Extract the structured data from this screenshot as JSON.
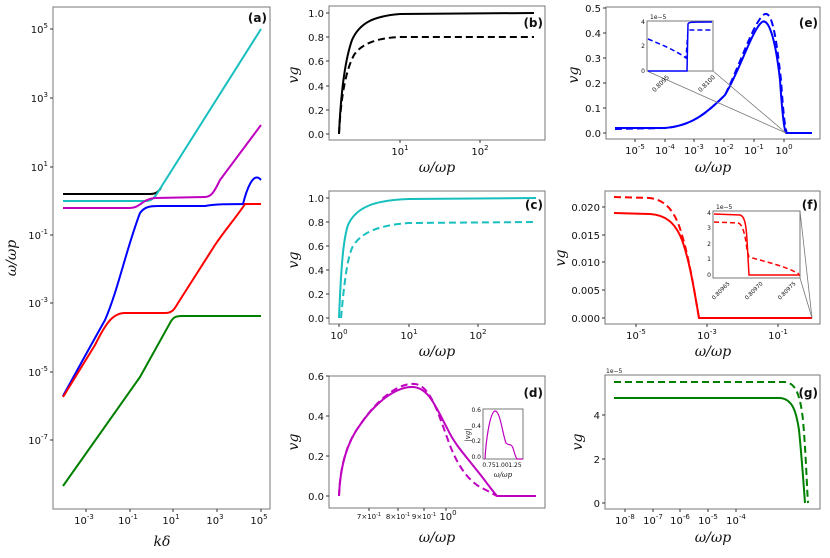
{
  "figure": {
    "panels": [
      {
        "id": "a",
        "label": "(a)",
        "xlabel": "kδ",
        "ylabel": "ω/ωp"
      },
      {
        "id": "b",
        "label": "(b)",
        "xlabel": "ω/ωp",
        "ylabel": "vg"
      },
      {
        "id": "c",
        "label": "(c)",
        "xlabel": "ω/ωp",
        "ylabel": "vg"
      },
      {
        "id": "d",
        "label": "(d)",
        "xlabel": "ω/ωp",
        "ylabel": "vg",
        "inset": {
          "xlabel": "ω/ωp",
          "ylabel": "|vg|"
        }
      },
      {
        "id": "e",
        "label": "(e)",
        "xlabel": "ω/ωp",
        "ylabel": "vg",
        "inset": {
          "offset": "1e−5"
        }
      },
      {
        "id": "f",
        "label": "(f)",
        "xlabel": "ω/ωp",
        "ylabel": "vg",
        "inset": {
          "offset": "1e−5"
        }
      },
      {
        "id": "g",
        "label": "(g)",
        "xlabel": "ω/ωp",
        "ylabel": "vg",
        "offset": "1e−5"
      }
    ],
    "colors": {
      "black": "#000000",
      "cyan": "#17bfbf",
      "magenta": "#bf00bf",
      "blue": "#0000ff",
      "red": "#ff0000",
      "green": "#008000",
      "frame": "#777777"
    }
  },
  "chart_data": [
    {
      "panel": "(a)",
      "type": "line",
      "xscale": "log",
      "yscale": "log",
      "xlabel": "kδ",
      "ylabel": "ω/ωp",
      "xlim": [
        0.0001,
        100000.0
      ],
      "ylim": [
        1e-09,
        1000000.0
      ],
      "xticks": [
        "10^-3",
        "10^-1",
        "10^1",
        "10^3",
        "10^5"
      ],
      "yticks": [
        "10^-7",
        "10^-5",
        "10^-3",
        "10^-1",
        "10^1",
        "10^3",
        "10^5"
      ],
      "series": [
        {
          "name": "black",
          "color": "#000000",
          "x": [
            0.0001,
            1,
            3
          ],
          "y": [
            1.5,
            1.5,
            1.6
          ]
        },
        {
          "name": "cyan",
          "color": "#17bfbf",
          "x": [
            0.0001,
            1,
            10,
            1000.0,
            100000.0
          ],
          "y": [
            1.0,
            1.0,
            10,
            1000.0,
            100000.0
          ]
        },
        {
          "name": "magenta",
          "color": "#bf00bf",
          "x": [
            0.0001,
            0.1,
            10,
            300,
            100000.0
          ],
          "y": [
            0.62,
            0.7,
            1.2,
            1.4,
            170
          ]
        },
        {
          "name": "blue",
          "color": "#0000ff",
          "x": [
            0.0001,
            0.01,
            0.1,
            1,
            1000.0,
            100000.0
          ],
          "y": [
            2e-06,
            0.0002,
            0.08,
            0.6,
            0.8,
            4
          ]
        },
        {
          "name": "red",
          "color": "#ff0000",
          "x": [
            0.0001,
            0.01,
            0.1,
            10,
            1000.0,
            10000.0,
            100000.0
          ],
          "y": [
            1.8e-06,
            0.00015,
            0.00045,
            0.0005,
            0.04,
            0.8,
            0.8
          ]
        },
        {
          "name": "green",
          "color": "#008000",
          "x": [
            0.0001,
            0.01,
            1,
            10,
            20,
            100000.0
          ],
          "y": [
            4e-09,
            4e-07,
            4e-05,
            0.00035,
            0.0004,
            0.0004
          ]
        }
      ]
    },
    {
      "panel": "(b)",
      "type": "line",
      "xscale": "log",
      "xlabel": "ω/ωp",
      "ylabel": "vg",
      "ylim": [
        -0.05,
        1.05
      ],
      "xticks": [
        "10^1",
        "10^2"
      ],
      "yticks": [
        0.0,
        0.2,
        0.4,
        0.6,
        0.8,
        1.0
      ],
      "series": [
        {
          "name": "solid",
          "style": "solid",
          "color": "#000000",
          "x": [
            1.6,
            2,
            3,
            5,
            10,
            100,
            450
          ],
          "y": [
            0.0,
            0.6,
            0.88,
            0.96,
            0.99,
            1.0,
            1.0
          ]
        },
        {
          "name": "dashed",
          "style": "dashed",
          "color": "#000000",
          "x": [
            1.6,
            2,
            3,
            5,
            10,
            100,
            450
          ],
          "y": [
            0.0,
            0.55,
            0.78,
            0.84,
            0.86,
            0.866,
            0.866
          ]
        }
      ]
    },
    {
      "panel": "(c)",
      "type": "line",
      "xscale": "log",
      "xlabel": "ω/ωp",
      "ylabel": "vg",
      "ylim": [
        -0.05,
        1.05
      ],
      "xticks": [
        "10^0",
        "10^1",
        "10^2"
      ],
      "yticks": [
        0.0,
        0.2,
        0.4,
        0.6,
        0.8,
        1.0
      ],
      "series": [
        {
          "name": "solid",
          "style": "solid",
          "color": "#17bfbf",
          "x": [
            1.0,
            1.2,
            1.5,
            2,
            5,
            10,
            450
          ],
          "y": [
            0.0,
            0.65,
            0.8,
            0.9,
            0.98,
            0.99,
            1.0
          ]
        },
        {
          "name": "dashed",
          "style": "dashed",
          "color": "#17bfbf",
          "x": [
            1.05,
            1.3,
            1.6,
            2,
            5,
            10,
            450
          ],
          "y": [
            0.0,
            0.5,
            0.68,
            0.76,
            0.84,
            0.86,
            0.866
          ]
        }
      ]
    },
    {
      "panel": "(d)",
      "type": "line",
      "xscale": "log",
      "xlabel": "ω/ωp",
      "ylabel": "vg",
      "ylim": [
        -0.06,
        0.6
      ],
      "xticks": [
        "7×10^-1",
        "8×10^-1",
        "9×10^-1",
        "10^0"
      ],
      "yticks": [
        0.0,
        0.2,
        0.4,
        0.6
      ],
      "series": [
        {
          "name": "solid",
          "style": "solid",
          "color": "#bf00bf",
          "x": [
            0.63,
            0.65,
            0.7,
            0.8,
            0.9,
            1.0,
            1.1,
            1.2,
            1.4
          ],
          "y": [
            0.0,
            0.25,
            0.44,
            0.55,
            0.42,
            0.16,
            0.08,
            0.0,
            0.0
          ]
        },
        {
          "name": "dashed",
          "style": "dashed",
          "color": "#bf00bf",
          "x": [
            0.63,
            0.65,
            0.7,
            0.82,
            0.9,
            1.0,
            1.1,
            1.18,
            1.2
          ],
          "y": [
            0.0,
            0.25,
            0.44,
            0.57,
            0.45,
            0.1,
            -0.03,
            -0.03,
            0.0
          ]
        }
      ],
      "inset": {
        "type": "line",
        "xlabel": "ω/ωp",
        "ylabel": "|vg|",
        "xticks": [
          0.75,
          1.0,
          1.25
        ],
        "yticks": [
          0.0,
          0.2,
          0.4,
          0.6
        ],
        "series": [
          {
            "color": "#bf00bf",
            "x": [
              0.63,
              0.7,
              0.82,
              0.95,
              1.0,
              1.08,
              1.2,
              1.4
            ],
            "y": [
              0.0,
              0.45,
              0.58,
              0.25,
              0.16,
              0.16,
              0.0,
              0.0
            ]
          }
        ]
      }
    },
    {
      "panel": "(e)",
      "type": "line",
      "xscale": "log",
      "xlabel": "ω/ωp",
      "ylabel": "vg",
      "ylim": [
        -0.02,
        0.5
      ],
      "xticks": [
        "10^-5",
        "10^-4",
        "10^-3",
        "10^-2",
        "10^-1",
        "10^0"
      ],
      "yticks": [
        0.0,
        0.1,
        0.2,
        0.3,
        0.4,
        0.5
      ],
      "series": [
        {
          "name": "solid",
          "style": "solid",
          "color": "#0000ff",
          "x": [
            2e-06,
            0.0001,
            0.001,
            0.01,
            0.1,
            0.18,
            0.4,
            0.81,
            5
          ],
          "y": [
            0.02,
            0.022,
            0.04,
            0.16,
            0.4,
            0.44,
            0.3,
            0.0,
            0.0
          ]
        },
        {
          "name": "dashed",
          "style": "dashed",
          "color": "#0000ff",
          "x": [
            2e-06,
            0.0001,
            0.001,
            0.01,
            0.1,
            0.2,
            0.45,
            0.81,
            5
          ],
          "y": [
            0.018,
            0.02,
            0.04,
            0.16,
            0.42,
            0.48,
            0.3,
            0.0,
            0.0
          ]
        }
      ],
      "inset": {
        "offset": "1e-5",
        "xticks": [
          "0.8095",
          "0.8100"
        ],
        "yticks": [
          0,
          2,
          4
        ],
        "series": [
          {
            "style": "solid",
            "x": [
              0.8093,
              0.80975,
              0.80976,
              0.8101
            ],
            "y": [
              0,
              0,
              3.9,
              3.9
            ]
          },
          {
            "style": "dashed",
            "x": [
              0.8093,
              0.80975,
              0.80976,
              0.8101
            ],
            "y": [
              3.0,
              1.1,
              3.4,
              3.4
            ]
          }
        ]
      }
    },
    {
      "panel": "(f)",
      "type": "line",
      "xscale": "log",
      "xlabel": "ω/ωp",
      "ylabel": "vg",
      "ylim": [
        -0.001,
        0.023
      ],
      "xticks": [
        "10^-5",
        "10^-3",
        "10^-1"
      ],
      "yticks": [
        0.0,
        0.005,
        0.01,
        0.015,
        0.02
      ],
      "series": [
        {
          "name": "solid",
          "style": "solid",
          "color": "#ff0000",
          "x": [
            2e-06,
            1e-05,
            5e-05,
            0.00015,
            0.0004,
            0.0005,
            0.8
          ],
          "y": [
            0.019,
            0.0188,
            0.017,
            0.011,
            0.002,
            0.0,
            0.0
          ]
        },
        {
          "name": "dashed",
          "style": "dashed",
          "color": "#ff0000",
          "x": [
            2e-06,
            1e-05,
            5e-05,
            0.00015,
            0.0004,
            0.0005,
            0.8
          ],
          "y": [
            0.022,
            0.0218,
            0.019,
            0.011,
            0.002,
            0.0,
            0.0
          ]
        }
      ],
      "inset": {
        "offset": "1e-5",
        "xticks": [
          "0.80965",
          "0.80970",
          "0.80975"
        ],
        "yticks": [
          0,
          1,
          2,
          3,
          4
        ],
        "series": [
          {
            "style": "solid",
            "x": [
              0.80963,
              0.80968,
              0.8097,
              0.80971,
              0.80978
            ],
            "y": [
              3.9,
              3.8,
              2.0,
              0.0,
              0.0
            ]
          },
          {
            "style": "dashed",
            "x": [
              0.80963,
              0.80968,
              0.8097,
              0.80971,
              0.80978
            ],
            "y": [
              3.35,
              3.3,
              1.5,
              1.2,
              0.2
            ]
          }
        ]
      }
    },
    {
      "panel": "(g)",
      "type": "line",
      "xscale": "log",
      "xlabel": "ω/ωp",
      "ylabel": "vg",
      "offset": "1e-5",
      "ylim": [
        -0.2,
        5.8
      ],
      "xticks": [
        "10^-8",
        "10^-7",
        "10^-6",
        "10^-5",
        "10^-4"
      ],
      "yticks": [
        0,
        2,
        4
      ],
      "series": [
        {
          "name": "solid",
          "style": "solid",
          "color": "#008000",
          "x": [
            5e-09,
            1e-05,
            0.0001,
            0.00025,
            0.00035,
            0.0004
          ],
          "y": [
            4.8,
            4.8,
            4.7,
            4.0,
            2.0,
            0.0
          ]
        },
        {
          "name": "dashed",
          "style": "dashed",
          "color": "#008000",
          "x": [
            5e-09,
            1e-05,
            0.0001,
            0.00025,
            0.00035,
            0.00043
          ],
          "y": [
            5.55,
            5.55,
            5.45,
            5.0,
            3.0,
            0.0
          ]
        }
      ]
    }
  ]
}
